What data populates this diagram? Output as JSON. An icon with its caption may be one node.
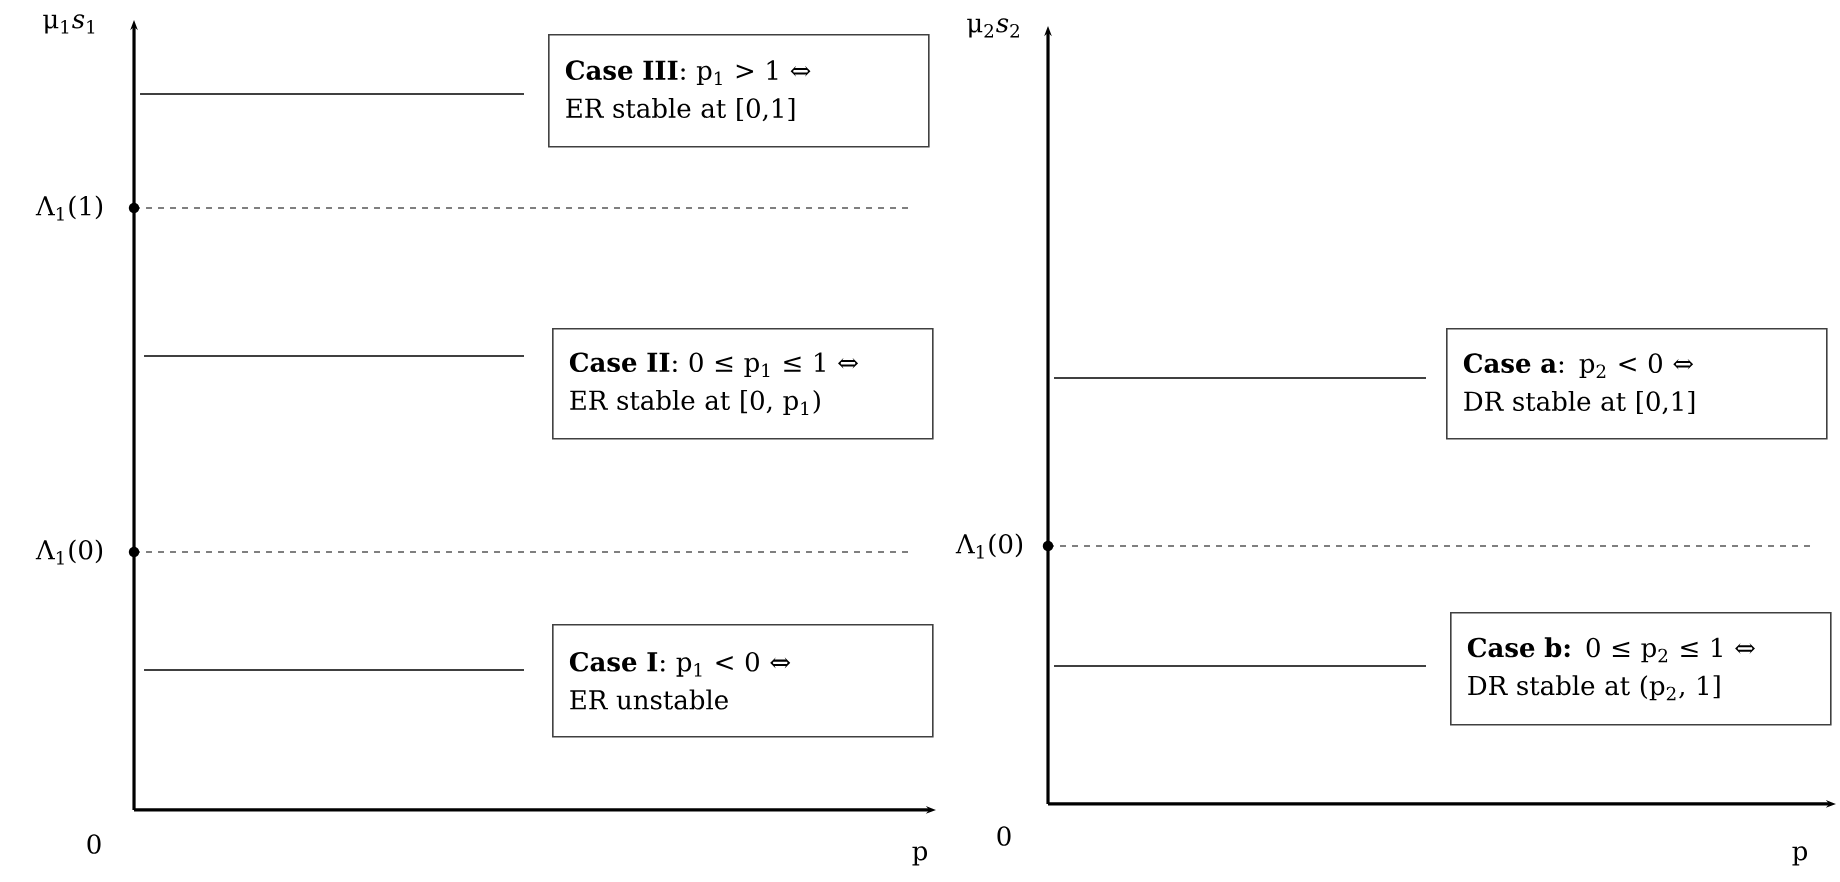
{
  "diagram": {
    "nodes": [
      {
        "text": [
          "**Case III**: p$_{1}$ > 1 ⇔",
          "ER stable at [0,1]"
        ]
      },
      {
        "text": [
          "**Case II**: 0 ≤ p$_{1}$ ≤ 1 ⇔",
          "ER stable at [0, p$_{1}$)"
        ]
      },
      {
        "text": [
          "**Case I**: p$_{1}$ < 0 ⇔",
          "ER unstable"
        ]
      },
      {
        "text": [
          "**Case a**: p$_{2}$ < 0 ⇔",
          "DR stable at [0,1]"
        ]
      },
      {
        "text": [
          "**Case b:** 0 ≤ p$_{2}$ ≤ 1 ⇔",
          "DR stable at (p$_{2}$, 1]"
        ]
      }
    ],
    "labels": [
      "μ$_{1}$*s*$_{1}$",
      "Λ$_{1}$(1)",
      "Λ$_{1}$(0)",
      "0",
      "p",
      "μ$_{2}$*s*$_{2}$",
      "Λ$_{1}$(0)",
      "0",
      "p"
    ]
  }
}
